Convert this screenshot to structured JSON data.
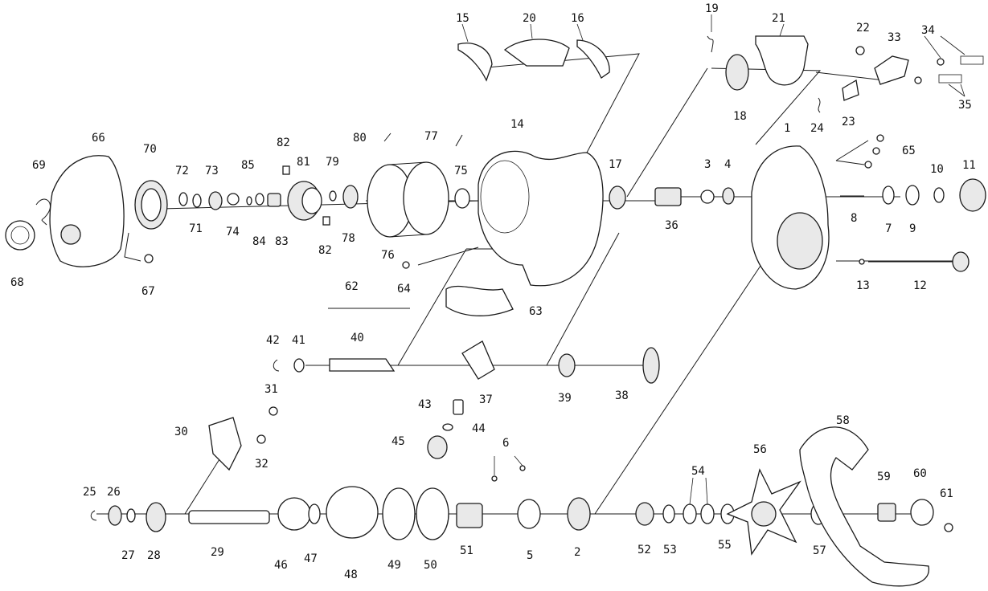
{
  "parts": [
    "1",
    "2",
    "3",
    "4",
    "5",
    "6",
    "7",
    "8",
    "9",
    "10",
    "11",
    "12",
    "13",
    "14",
    "15",
    "16",
    "17",
    "18",
    "19",
    "20",
    "21",
    "22",
    "23",
    "24",
    "25",
    "26",
    "27",
    "28",
    "29",
    "30",
    "31",
    "32",
    "33",
    "34",
    "35",
    "36",
    "37",
    "38",
    "39",
    "40",
    "41",
    "42",
    "43",
    "44",
    "45",
    "46",
    "47",
    "48",
    "49",
    "50",
    "51",
    "52",
    "53",
    "54",
    "55",
    "56",
    "57",
    "58",
    "59",
    "60",
    "61",
    "62",
    "63",
    "64",
    "65",
    "66",
    "67",
    "68",
    "69",
    "70",
    "71",
    "72",
    "73",
    "74",
    "75",
    "76",
    "77",
    "78",
    "79",
    "80",
    "81",
    "82",
    "83",
    "84",
    "85"
  ],
  "labels": {
    "p1": "1",
    "p2": "2",
    "p3": "3",
    "p4": "4",
    "p5": "5",
    "p6": "6",
    "p7": "7",
    "p8": "8",
    "p9": "9",
    "p10": "10",
    "p11": "11",
    "p12": "12",
    "p13": "13",
    "p14": "14",
    "p15": "15",
    "p16": "16",
    "p17": "17",
    "p18": "18",
    "p19": "19",
    "p20": "20",
    "p21": "21",
    "p22": "22",
    "p23": "23",
    "p24": "24",
    "p25": "25",
    "p26": "26",
    "p27": "27",
    "p28": "28",
    "p29": "29",
    "p30": "30",
    "p31": "31",
    "p32": "32",
    "p33": "33",
    "p34": "34",
    "p35": "35",
    "p36": "36",
    "p37": "37",
    "p38": "38",
    "p39": "39",
    "p40": "40",
    "p41": "41",
    "p42": "42",
    "p43": "43",
    "p44": "44",
    "p45": "45",
    "p46": "46",
    "p47": "47",
    "p48": "48",
    "p49": "49",
    "p50": "50",
    "p51": "51",
    "p52": "52",
    "p53": "53",
    "p54": "54",
    "p55": "55",
    "p56": "56",
    "p57": "57",
    "p58": "58",
    "p59": "59",
    "p60": "60",
    "p61": "61",
    "p62": "62",
    "p63": "63",
    "p64": "64",
    "p65": "65",
    "p66": "66",
    "p67": "67",
    "p68": "68",
    "p69": "69",
    "p70": "70",
    "p71": "71",
    "p72": "72",
    "p73": "73",
    "p74": "74",
    "p75": "75",
    "p76": "76",
    "p77": "77",
    "p78": "78",
    "p79": "79",
    "p80": "80",
    "p81": "81",
    "p82a": "82",
    "p82b": "82",
    "p83": "83",
    "p84": "84",
    "p85": "85"
  },
  "colors": {
    "ink": "#1a1a1a",
    "paper": "#ffffff"
  }
}
